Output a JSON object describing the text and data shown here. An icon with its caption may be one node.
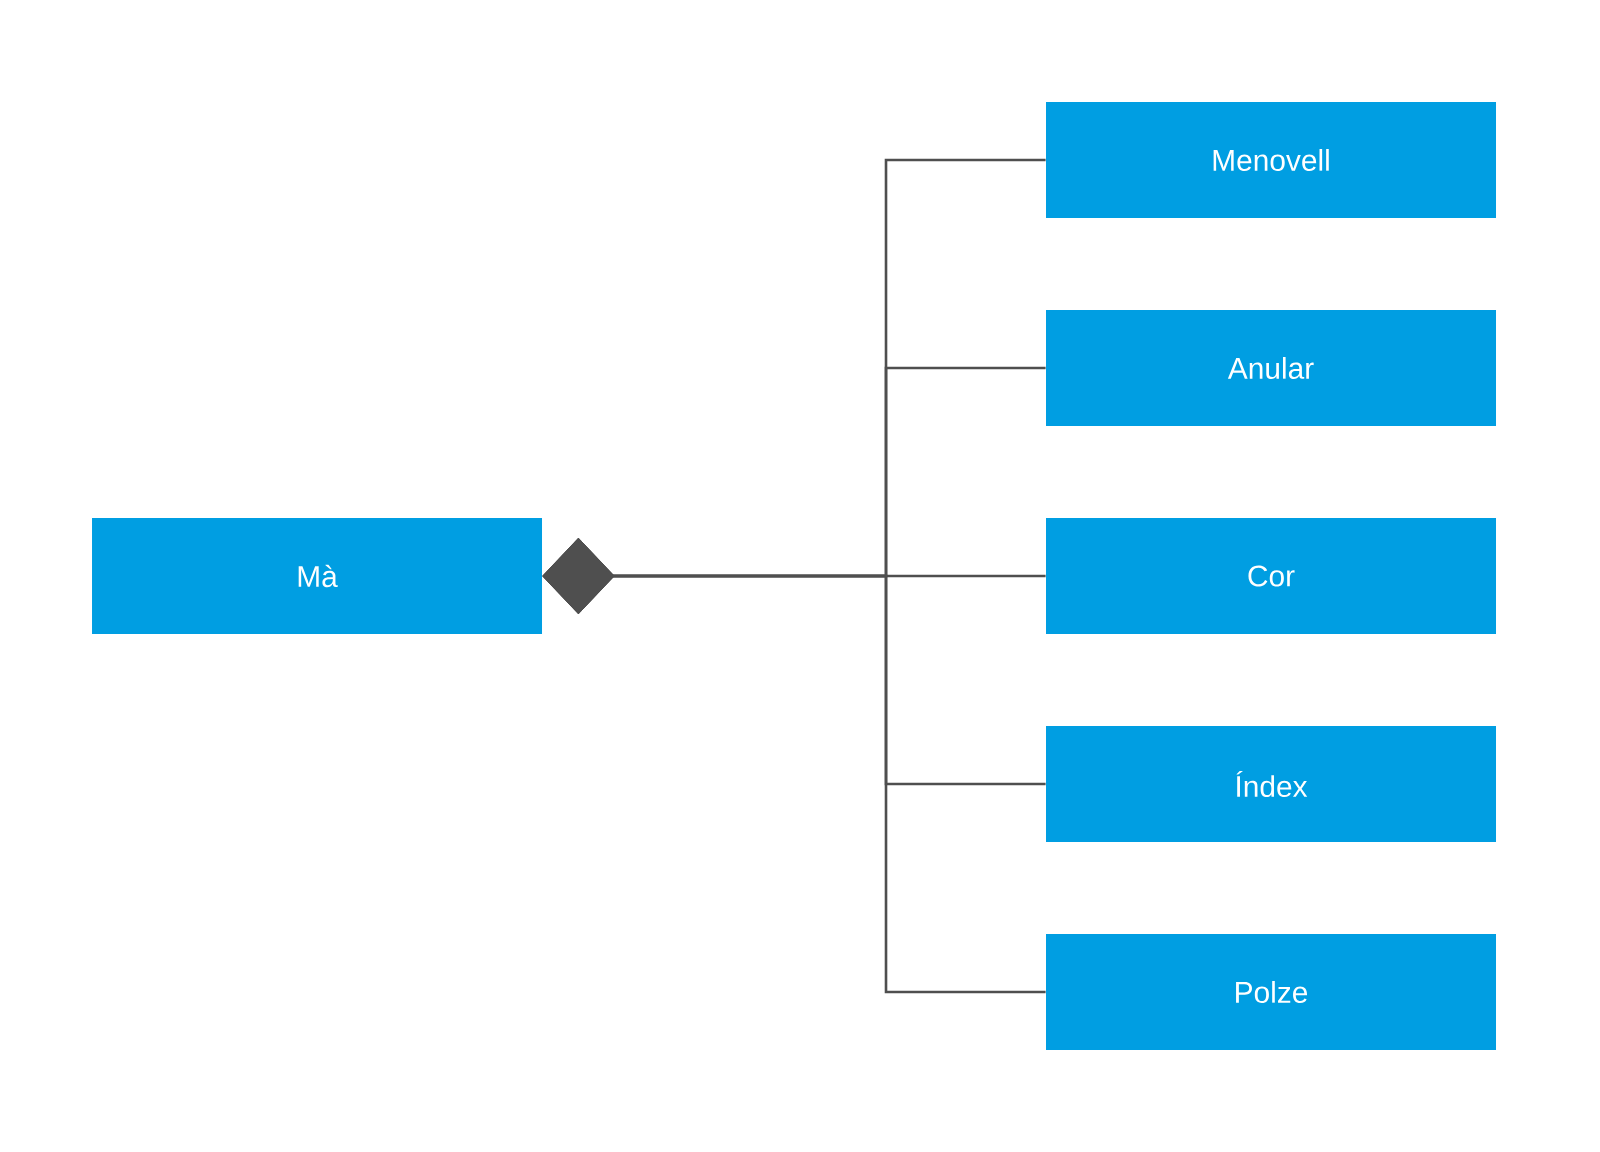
{
  "diagram": {
    "nodes": [
      {
        "text": [
          "Mà"
        ]
      },
      {
        "text": [
          "Menovell"
        ]
      },
      {
        "text": [
          "Anular"
        ]
      },
      {
        "text": [
          "Cor"
        ]
      },
      {
        "text": [
          "Índex"
        ]
      },
      {
        "text": [
          "Polze"
        ]
      }
    ],
    "edges": [
      {
        "from": 0,
        "to": 1,
        "arrow": "other"
      },
      {
        "from": 0,
        "to": 2,
        "arrow": "other"
      },
      {
        "from": 0,
        "to": 3,
        "arrow": "other"
      },
      {
        "from": 0,
        "to": 4,
        "arrow": "other"
      },
      {
        "from": 0,
        "to": 5,
        "arrow": "other"
      }
    ]
  }
}
